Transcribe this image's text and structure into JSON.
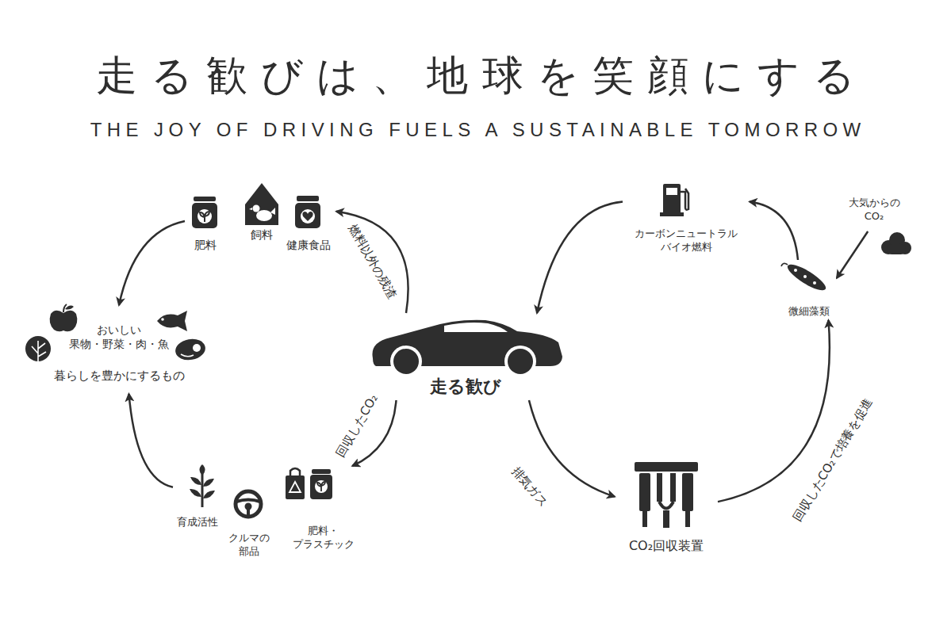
{
  "diagram": {
    "title": "走る歓びは、地球を笑顔にする",
    "nodes": [
      {
        "text": [
          "走る歓び"
        ]
      },
      {
        "text": [
          "肥料"
        ]
      },
      {
        "text": [
          "飼料"
        ]
      },
      {
        "text": [
          "健康食品"
        ]
      },
      {
        "text": [
          "おいしい 果物・野菜・肉・魚",
          "暮らしを豊かにするもの"
        ]
      },
      {
        "text": [
          "育成活性"
        ]
      },
      {
        "text": [
          "クルマの 部品"
        ]
      },
      {
        "text": [
          "肥料・ プラスチック"
        ]
      },
      {
        "text": [
          "CO₂回収装置"
        ]
      },
      {
        "text": [
          "微細藻類"
        ]
      },
      {
        "text": [
          "カーボンニュートラル バイオ燃料"
        ]
      },
      {
        "text": [
          "大気からの CO₂"
        ]
      }
    ],
    "edges": [
      {
        "from": 0,
        "to": 3,
        "label": "燃料以外の残渣",
        "arrow": "to"
      },
      {
        "from": 1,
        "to": 4,
        "arrow": "to"
      },
      {
        "from": 5,
        "to": 4,
        "arrow": "to"
      },
      {
        "from": 0,
        "to": 7,
        "label": "回収したCO₂",
        "arrow": "to"
      },
      {
        "from": 0,
        "to": 8,
        "label": "排気ガス",
        "arrow": "to"
      },
      {
        "from": 8,
        "to": 9,
        "label": "回収したCO₂で培養を促進",
        "arrow": "to"
      },
      {
        "from": 9,
        "to": 10,
        "arrow": "to"
      },
      {
        "from": 10,
        "to": 0,
        "arrow": "to"
      },
      {
        "from": 11,
        "to": 9,
        "arrow": "to"
      }
    ],
    "labels": [
      "THE JOY OF DRIVING FUELS A SUSTAINABLE TOMORROW"
    ]
  }
}
